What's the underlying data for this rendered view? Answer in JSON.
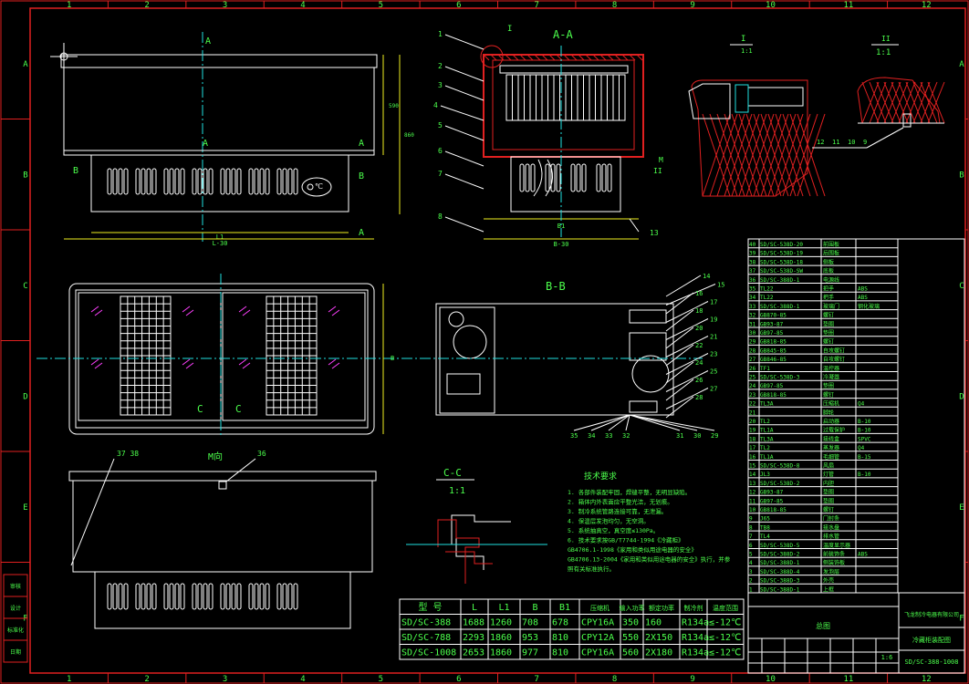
{
  "grid": {
    "columns": [
      "1",
      "2",
      "3",
      "4",
      "5",
      "6",
      "7",
      "8",
      "9",
      "10",
      "11",
      "12"
    ],
    "rows": [
      "A",
      "B",
      "C",
      "D",
      "E",
      "F"
    ]
  },
  "views": {
    "aa_title": "A-A",
    "bb_title": "B-B",
    "cc_title": "C-C",
    "cc_scale": "1:1",
    "detail1_title": "I",
    "detail1_scale": "1:1",
    "detail2_title": "II",
    "detail2_scale": "1:1",
    "m_view": "M向",
    "m_mark": "M",
    "marks": {
      "a": "A",
      "b": "B",
      "c": "C",
      "ii": "II"
    }
  },
  "dims": {
    "l1": "L1",
    "l_minus": "L-30",
    "b1": "B1",
    "b_minus": "B-30",
    "b": "B",
    "h1": "590",
    "h2": "860"
  },
  "balloons_aa": [
    "1",
    "2",
    "3",
    "4",
    "5",
    "6",
    "7",
    "8"
  ],
  "balloons_aa_right": [
    "13"
  ],
  "balloons_bb": [
    "14",
    "15",
    "16",
    "17",
    "18",
    "19",
    "20",
    "21",
    "22",
    "23",
    "24",
    "25",
    "26",
    "27",
    "28"
  ],
  "balloons_bb_bottom": [
    "35",
    "34",
    "33",
    "32",
    "31",
    "30",
    "29"
  ],
  "balloons_m": [
    "37",
    "38",
    "36"
  ],
  "balloons_detail2": [
    "12",
    "11",
    "10",
    "9"
  ],
  "notes": {
    "title": "技术要求",
    "lines": [
      "1. 各部件装配牢固，焊缝平整，无明显缺陷。",
      "2. 箱体内外表面应平整光洁，无划痕。",
      "3. 制冷系统管路连接可靠，无泄漏。",
      "4. 保温层发泡均匀，无空洞。",
      "5. 系统抽真空，真空度≤130Pa。",
      "6. 技术要求按GB/T7744-1994《冷藏柜》",
      "GB4706.1-1998《家用和类似用途电器的安全》",
      "GB4706.13-2004《家用和类似用途电器的安全》执行，并参",
      "照有关标准执行。"
    ]
  },
  "spec_table": {
    "headers": [
      "型 号",
      "L",
      "L1",
      "B",
      "B1",
      "压缩机",
      "输入功率",
      "额定功率",
      "制冷剂",
      "温度范围"
    ],
    "rows": [
      [
        "SD/SC-388",
        "1688",
        "1260",
        "708",
        "678",
        "CPY16A",
        "350",
        "160",
        "R134a",
        "≤-12℃"
      ],
      [
        "SD/SC-788",
        "2293",
        "1860",
        "953",
        "810",
        "CPY12A",
        "550",
        "2X150",
        "R134a",
        "≤-12℃"
      ],
      [
        "SD/SC-1008",
        "2653",
        "1860",
        "977",
        "810",
        "CPY16A",
        "560",
        "2X180",
        "R134a",
        "≤-12℃"
      ]
    ]
  },
  "bom": {
    "rows": [
      [
        "40",
        "SD/SC-538D-20",
        "前围板",
        ""
      ],
      [
        "39",
        "SD/SC-538D-19",
        "后围板",
        ""
      ],
      [
        "38",
        "SD/SC-538D-18",
        "侧板",
        ""
      ],
      [
        "37",
        "SD/SC-538D-SW",
        "底板",
        ""
      ],
      [
        "36",
        "SD/SC-388D-1",
        "电源线",
        ""
      ],
      [
        "35",
        "TL22",
        "把手",
        "ABS"
      ],
      [
        "34",
        "TL22",
        "把手",
        "ABS"
      ],
      [
        "33",
        "SD/SC-388D-1",
        "玻璃门",
        "钢化玻璃"
      ],
      [
        "32",
        "GB870-85",
        "螺钉",
        ""
      ],
      [
        "31",
        "GB93-87",
        "垫圈",
        ""
      ],
      [
        "30",
        "GB97-85",
        "垫圈",
        ""
      ],
      [
        "29",
        "GB818-85",
        "螺钉",
        ""
      ],
      [
        "28",
        "GB845-85",
        "自攻螺钉",
        ""
      ],
      [
        "27",
        "GB846-85",
        "自攻螺钉",
        ""
      ],
      [
        "26",
        "TF1",
        "温控器",
        ""
      ],
      [
        "25",
        "SD/SC-538D-3",
        "冷凝器",
        ""
      ],
      [
        "24",
        "GB97-85",
        "垫圈",
        ""
      ],
      [
        "23",
        "GB818-85",
        "螺钉",
        ""
      ],
      [
        "22",
        "TL3A",
        "压缩机",
        "Q4"
      ],
      [
        "21",
        "",
        "脚轮",
        ""
      ],
      [
        "20",
        "TL2",
        "启动器",
        "B-10"
      ],
      [
        "19",
        "TL1A",
        "过载保护",
        "B-10"
      ],
      [
        "18",
        "TL3A",
        "接线盒",
        "SPVC"
      ],
      [
        "17",
        "TL2",
        "蒸发器",
        "Q4"
      ],
      [
        "16",
        "TL1A",
        "毛细管",
        "B-15"
      ],
      [
        "15",
        "SD/SC-538D-8",
        "风扇",
        ""
      ],
      [
        "14",
        "JL3",
        "灯管",
        "B-10"
      ],
      [
        "13",
        "SD/SC-538D-2",
        "内胆",
        ""
      ],
      [
        "12",
        "GB93-87",
        "垫圈",
        ""
      ],
      [
        "11",
        "GB97-85",
        "垫圈",
        ""
      ],
      [
        "10",
        "GB818-85",
        "螺钉",
        ""
      ],
      [
        "9",
        "J65",
        "门封条",
        ""
      ],
      [
        "8",
        "TB8",
        "接水盘",
        ""
      ],
      [
        "7",
        "TL4",
        "排水管",
        ""
      ],
      [
        "6",
        "SD/SC-538D-5",
        "温度显示器",
        ""
      ],
      [
        "5",
        "SD/SC-388D-2",
        "前装饰条",
        "ABS"
      ],
      [
        "4",
        "SD/SC-388D-1",
        "侧装饰板",
        ""
      ],
      [
        "3",
        "SD/SC-388D-4",
        "发泡层",
        ""
      ],
      [
        "2",
        "SD/SC-388D-3",
        "外壳",
        ""
      ],
      [
        "1",
        "SD/SC-388D-1",
        "上框",
        ""
      ]
    ]
  },
  "title_block": {
    "company": "飞龙制冷电器有限公司",
    "drawing_name": "冷藏柜装配图",
    "drawing_number": "SD/SC-388-1008",
    "assembly_label": "总图",
    "scale": "1:6"
  },
  "side_labels": [
    "审核",
    "设计",
    "标准化",
    "日期"
  ]
}
